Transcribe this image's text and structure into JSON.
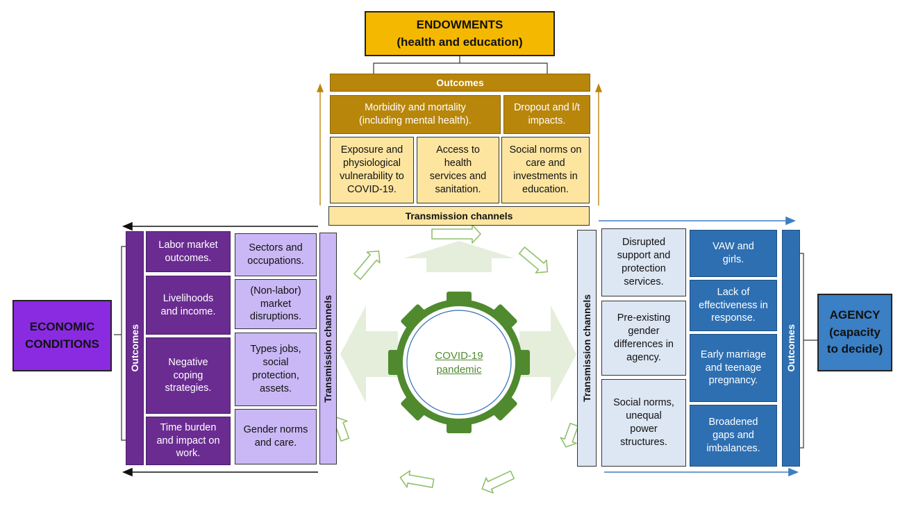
{
  "endowments": {
    "title_line1": "ENDOWMENTS",
    "title_line2": "(health and education)",
    "outcomes_header": "Outcomes",
    "outcomes": [
      "Morbidity and mortality (including mental health).",
      "Dropout and l/t impacts."
    ],
    "channels": [
      "Exposure and physiological vulnerability to COVID-19.",
      "Access to health services and sanitation.",
      "Social norms on care and investments in education."
    ],
    "transmission_label": "Transmission channels"
  },
  "economic": {
    "title_line1": "ECONOMIC",
    "title_line2": "CONDITIONS",
    "outcomes_label": "Outcomes",
    "outcomes": [
      "Labor market outcomes.",
      "Livelihoods and income.",
      "Negative coping strategies.",
      "Time burden and impact on work."
    ],
    "channels": [
      "Sectors and occupations.",
      "(Non-labor) market disruptions.",
      "Types jobs, social protection, assets.",
      "Gender norms and care."
    ],
    "transmission_label": "Transmission channels"
  },
  "agency": {
    "title_line1": "AGENCY",
    "title_line2": "(capacity",
    "title_line3": "to decide)",
    "outcomes_label": "Outcomes",
    "outcomes": [
      "VAW and girls.",
      "Lack of effectiveness in response.",
      "Early marriage and teenage pregnancy.",
      "Broadened gaps and imbalances."
    ],
    "channels": [
      "Disrupted support and protection services.",
      "Pre-existing gender differences in agency.",
      "Social norms, unequal power structures."
    ],
    "transmission_label": "Transmission channels"
  },
  "center": {
    "label_line1": "COVID-19",
    "label_line2": "pandemic"
  },
  "colors": {
    "endowments": "#f5b800",
    "endowments_dark": "#b8860b",
    "endowments_light": "#fde5a0",
    "economic": "#8a2be2",
    "economic_dark": "#6a2c91",
    "economic_light": "#c9b8f5",
    "agency": "#3b7fc4",
    "agency_dark": "#2e6fb2",
    "agency_light": "#dde6f3",
    "covid": "#4f8a2e",
    "faded_arrow": "#e4eedb"
  }
}
